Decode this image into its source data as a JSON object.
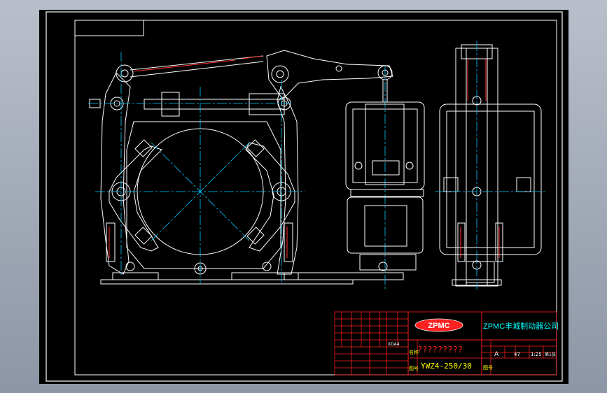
{
  "title_block": {
    "company": "ZPMC丰城制动器公司",
    "logo_text": "ZPMC",
    "drawing_name": "?????????",
    "model": "YWZ4-250/30",
    "part_no_label": "A",
    "weight": "47",
    "scale": "1:25",
    "sheet": "第1张",
    "name_label": "名称",
    "code_label": "图号",
    "small_value": "XDA4"
  },
  "colors": {
    "background": "#000000",
    "outline": "#ffffff",
    "centerline": "#00c8ff",
    "table": "#ff2020",
    "titleblock_text": "#ffff00",
    "title_cyan": "#00ffff",
    "window_frame": "#9aa3b2"
  }
}
